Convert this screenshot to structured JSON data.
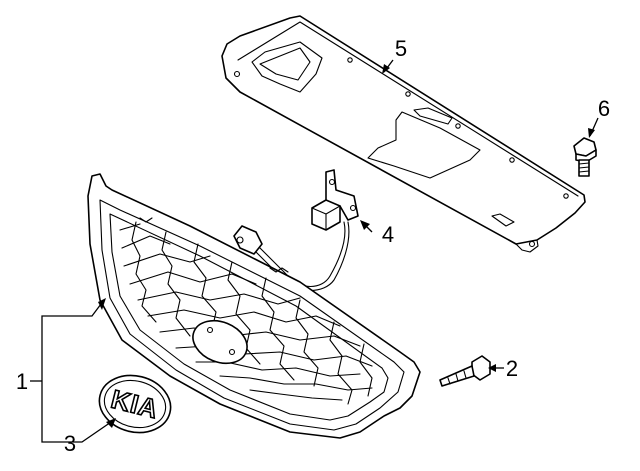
{
  "callouts": [
    {
      "id": "1",
      "label": "1"
    },
    {
      "id": "2",
      "label": "2"
    },
    {
      "id": "3",
      "label": "3"
    },
    {
      "id": "4",
      "label": "4"
    },
    {
      "id": "5",
      "label": "5"
    },
    {
      "id": "6",
      "label": "6"
    }
  ],
  "emblem": {
    "text": "KIA"
  },
  "colors": {
    "line": "#000000",
    "background": "#ffffff"
  }
}
